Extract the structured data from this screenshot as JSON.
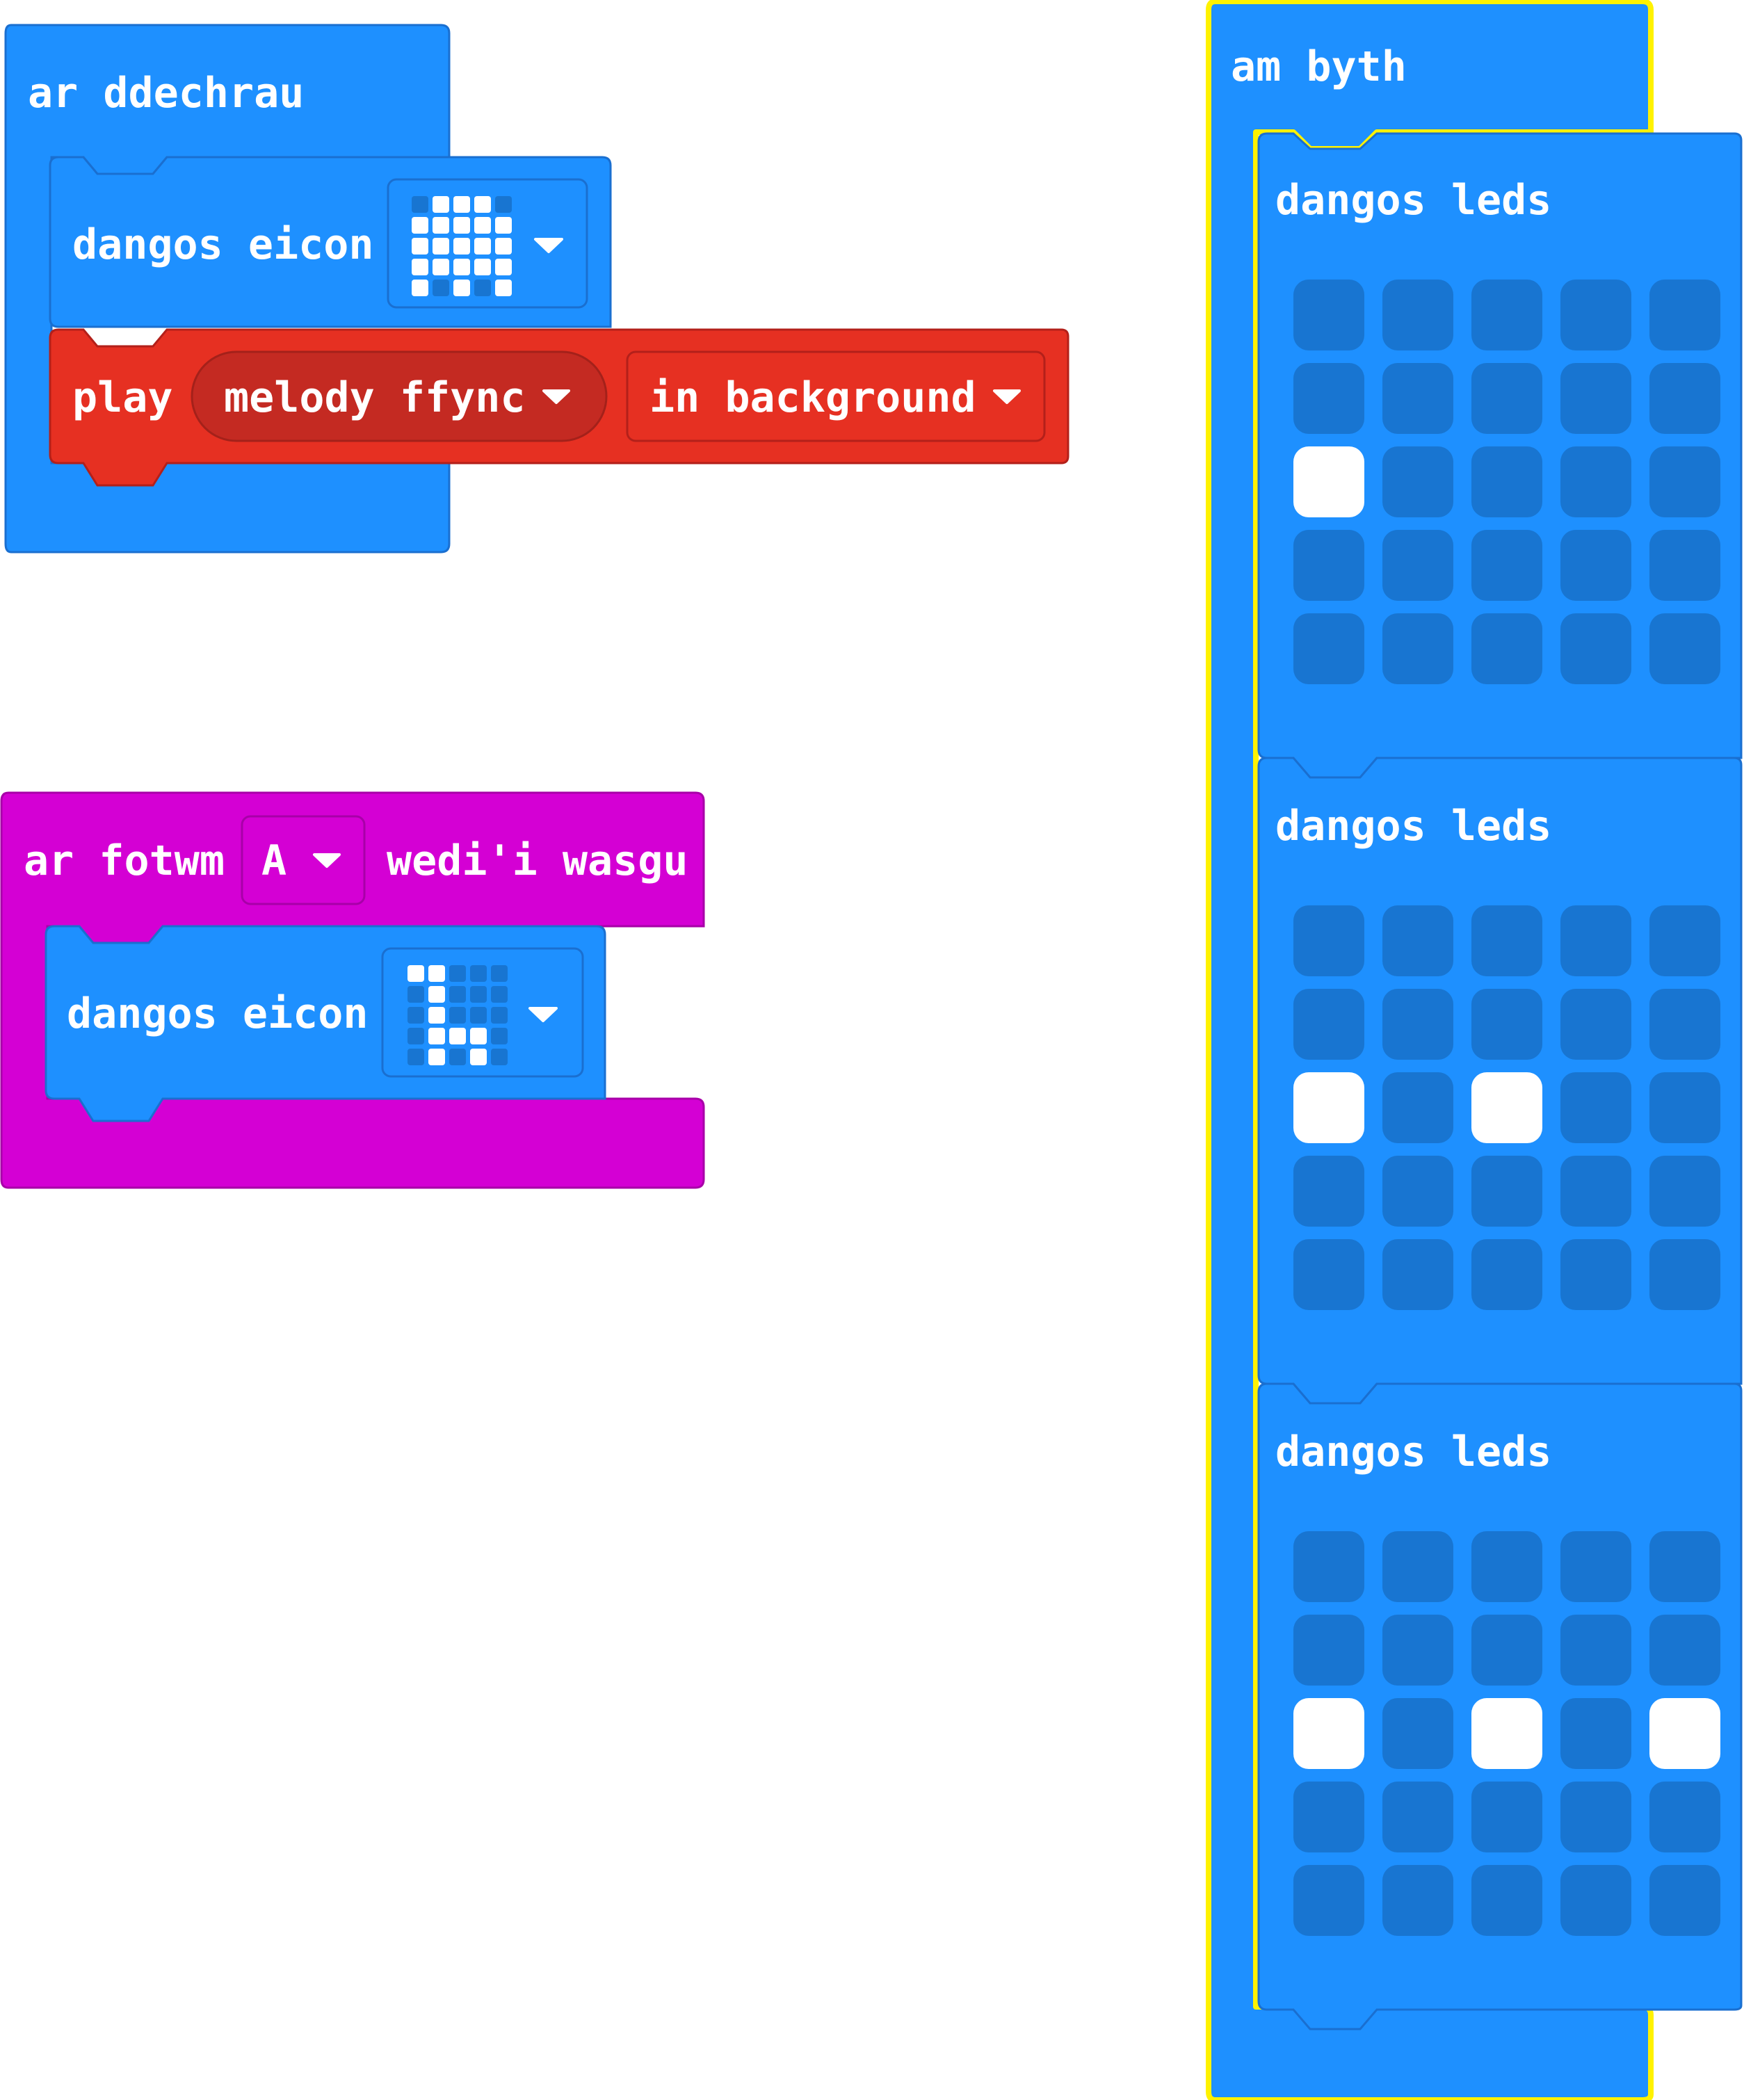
{
  "colors": {
    "basic_block": "#1E90FF",
    "basic_block_border": "#1A6FD0",
    "music_block": "#E63022",
    "music_field": "#C42A22",
    "input_block": "#D400D4",
    "input_block_border": "#A800A8",
    "selected_outline": "#FFF200",
    "led_on": "#FFFFFF",
    "led_off": "#1875D1",
    "background": "#FFFFFF"
  },
  "on_start": {
    "label": "ar ddechrau",
    "show_icon": {
      "label": "dangos eicon",
      "icon_pattern": [
        [
          0,
          1,
          1,
          1,
          0
        ],
        [
          1,
          1,
          1,
          1,
          1
        ],
        [
          1,
          1,
          1,
          1,
          1
        ],
        [
          1,
          1,
          1,
          1,
          1
        ],
        [
          1,
          0,
          1,
          0,
          1
        ]
      ]
    },
    "play": {
      "label": "play",
      "melody": "melody ffync",
      "mode": "in background"
    }
  },
  "on_button": {
    "label_prefix": "ar fotwm",
    "button": "A",
    "label_suffix": "wedi'i wasgu",
    "show_icon": {
      "label": "dangos eicon",
      "icon_pattern": [
        [
          1,
          1,
          0,
          0,
          0
        ],
        [
          0,
          1,
          0,
          0,
          0
        ],
        [
          0,
          1,
          0,
          0,
          0
        ],
        [
          0,
          1,
          1,
          1,
          0
        ],
        [
          0,
          1,
          0,
          1,
          0
        ]
      ]
    }
  },
  "forever": {
    "label": "am byth",
    "show_leds": [
      {
        "label": "dangos leds",
        "pattern": [
          [
            0,
            0,
            0,
            0,
            0
          ],
          [
            0,
            0,
            0,
            0,
            0
          ],
          [
            1,
            0,
            0,
            0,
            0
          ],
          [
            0,
            0,
            0,
            0,
            0
          ],
          [
            0,
            0,
            0,
            0,
            0
          ]
        ]
      },
      {
        "label": "dangos leds",
        "pattern": [
          [
            0,
            0,
            0,
            0,
            0
          ],
          [
            0,
            0,
            0,
            0,
            0
          ],
          [
            1,
            0,
            1,
            0,
            0
          ],
          [
            0,
            0,
            0,
            0,
            0
          ],
          [
            0,
            0,
            0,
            0,
            0
          ]
        ]
      },
      {
        "label": "dangos leds",
        "pattern": [
          [
            0,
            0,
            0,
            0,
            0
          ],
          [
            0,
            0,
            0,
            0,
            0
          ],
          [
            1,
            0,
            1,
            0,
            1
          ],
          [
            0,
            0,
            0,
            0,
            0
          ],
          [
            0,
            0,
            0,
            0,
            0
          ]
        ]
      }
    ]
  }
}
